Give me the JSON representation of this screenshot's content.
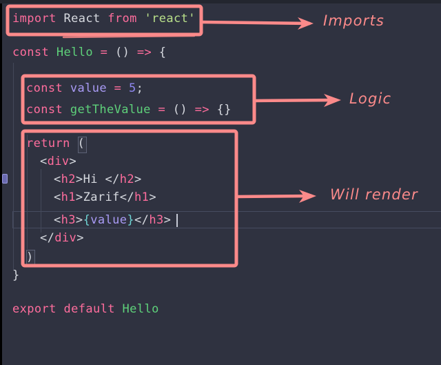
{
  "editor": {
    "background": "#2f3240",
    "active_line_number_visual": "h3 line",
    "caret_present": true,
    "lines": [
      {
        "id": "line-import",
        "indent": 0,
        "tokens": [
          {
            "t": "import",
            "c": "kw"
          },
          {
            "t": " ",
            "c": "id"
          },
          {
            "t": "React",
            "c": "id"
          },
          {
            "t": " ",
            "c": "id"
          },
          {
            "t": "from",
            "c": "kw"
          },
          {
            "t": " ",
            "c": "id"
          },
          {
            "t": "'react'",
            "c": "str"
          }
        ]
      },
      {
        "id": "line-const-hello",
        "indent": 0,
        "tokens": [
          {
            "t": "const",
            "c": "kw"
          },
          {
            "t": " ",
            "c": "id"
          },
          {
            "t": "Hello",
            "c": "fn"
          },
          {
            "t": " ",
            "c": "id"
          },
          {
            "t": "=",
            "c": "kw"
          },
          {
            "t": " ",
            "c": "id"
          },
          {
            "t": "()",
            "c": "id"
          },
          {
            "t": " ",
            "c": "id"
          },
          {
            "t": "=>",
            "c": "kw"
          },
          {
            "t": " ",
            "c": "id"
          },
          {
            "t": "{",
            "c": "id"
          }
        ]
      },
      {
        "id": "line-const-value",
        "indent": 1,
        "tokens": [
          {
            "t": "const",
            "c": "kw"
          },
          {
            "t": " ",
            "c": "id"
          },
          {
            "t": "value",
            "c": "var"
          },
          {
            "t": " ",
            "c": "id"
          },
          {
            "t": "=",
            "c": "kw"
          },
          {
            "t": " ",
            "c": "id"
          },
          {
            "t": "5",
            "c": "num"
          },
          {
            "t": ";",
            "c": "id"
          }
        ]
      },
      {
        "id": "line-const-getthevalue",
        "indent": 1,
        "tokens": [
          {
            "t": "const",
            "c": "kw"
          },
          {
            "t": " ",
            "c": "id"
          },
          {
            "t": "getTheValue",
            "c": "fn"
          },
          {
            "t": " ",
            "c": "id"
          },
          {
            "t": "=",
            "c": "kw"
          },
          {
            "t": " ",
            "c": "id"
          },
          {
            "t": "()",
            "c": "id"
          },
          {
            "t": " ",
            "c": "id"
          },
          {
            "t": "=>",
            "c": "kw"
          },
          {
            "t": " ",
            "c": "id"
          },
          {
            "t": "{}",
            "c": "id"
          }
        ]
      },
      {
        "id": "line-return",
        "indent": 1,
        "tokens": [
          {
            "t": "return",
            "c": "kw"
          },
          {
            "t": " ",
            "c": "id"
          },
          {
            "t": "(",
            "c": "id"
          }
        ]
      },
      {
        "id": "line-div-open",
        "indent": 2,
        "tokens": [
          {
            "t": "<",
            "c": "id"
          },
          {
            "t": "div",
            "c": "tag"
          },
          {
            "t": ">",
            "c": "id"
          }
        ]
      },
      {
        "id": "line-h2",
        "indent": 3,
        "tokens": [
          {
            "t": "<",
            "c": "id"
          },
          {
            "t": "h2",
            "c": "tag"
          },
          {
            "t": ">",
            "c": "id"
          },
          {
            "t": "Hi ",
            "c": "txt"
          },
          {
            "t": "</",
            "c": "id"
          },
          {
            "t": "h2",
            "c": "tag"
          },
          {
            "t": ">",
            "c": "id"
          }
        ]
      },
      {
        "id": "line-h1",
        "indent": 3,
        "tokens": [
          {
            "t": "<",
            "c": "id"
          },
          {
            "t": "h1",
            "c": "tag"
          },
          {
            "t": ">",
            "c": "id"
          },
          {
            "t": "Zarif",
            "c": "txt"
          },
          {
            "t": "</",
            "c": "id"
          },
          {
            "t": "h1",
            "c": "tag"
          },
          {
            "t": ">",
            "c": "id"
          }
        ]
      },
      {
        "id": "line-h3",
        "indent": 3,
        "tokens": [
          {
            "t": "<",
            "c": "id"
          },
          {
            "t": "h3",
            "c": "tag"
          },
          {
            "t": ">",
            "c": "id"
          },
          {
            "t": "{",
            "c": "brc"
          },
          {
            "t": "value",
            "c": "var"
          },
          {
            "t": "}",
            "c": "brc"
          },
          {
            "t": "</",
            "c": "id"
          },
          {
            "t": "h3",
            "c": "tag"
          },
          {
            "t": ">",
            "c": "id"
          }
        ]
      },
      {
        "id": "line-div-close",
        "indent": 2,
        "tokens": [
          {
            "t": "</",
            "c": "id"
          },
          {
            "t": "div",
            "c": "tag"
          },
          {
            "t": ">",
            "c": "id"
          }
        ]
      },
      {
        "id": "line-close-paren",
        "indent": 1,
        "tokens": [
          {
            "t": ")",
            "c": "id"
          }
        ]
      },
      {
        "id": "line-close-brace",
        "indent": 0,
        "tokens": [
          {
            "t": "}",
            "c": "id"
          }
        ]
      },
      {
        "id": "line-export",
        "indent": 0,
        "tokens": [
          {
            "t": "export",
            "c": "kw"
          },
          {
            "t": " ",
            "c": "id"
          },
          {
            "t": "default",
            "c": "kw"
          },
          {
            "t": " ",
            "c": "id"
          },
          {
            "t": "Hello",
            "c": "fn"
          }
        ]
      }
    ]
  },
  "annotations": {
    "color": "#fb8a8a",
    "items": [
      {
        "id": "ann-imports",
        "label": "Imports"
      },
      {
        "id": "ann-logic",
        "label": "Logic"
      },
      {
        "id": "ann-will-render",
        "label": "Will render"
      }
    ]
  }
}
